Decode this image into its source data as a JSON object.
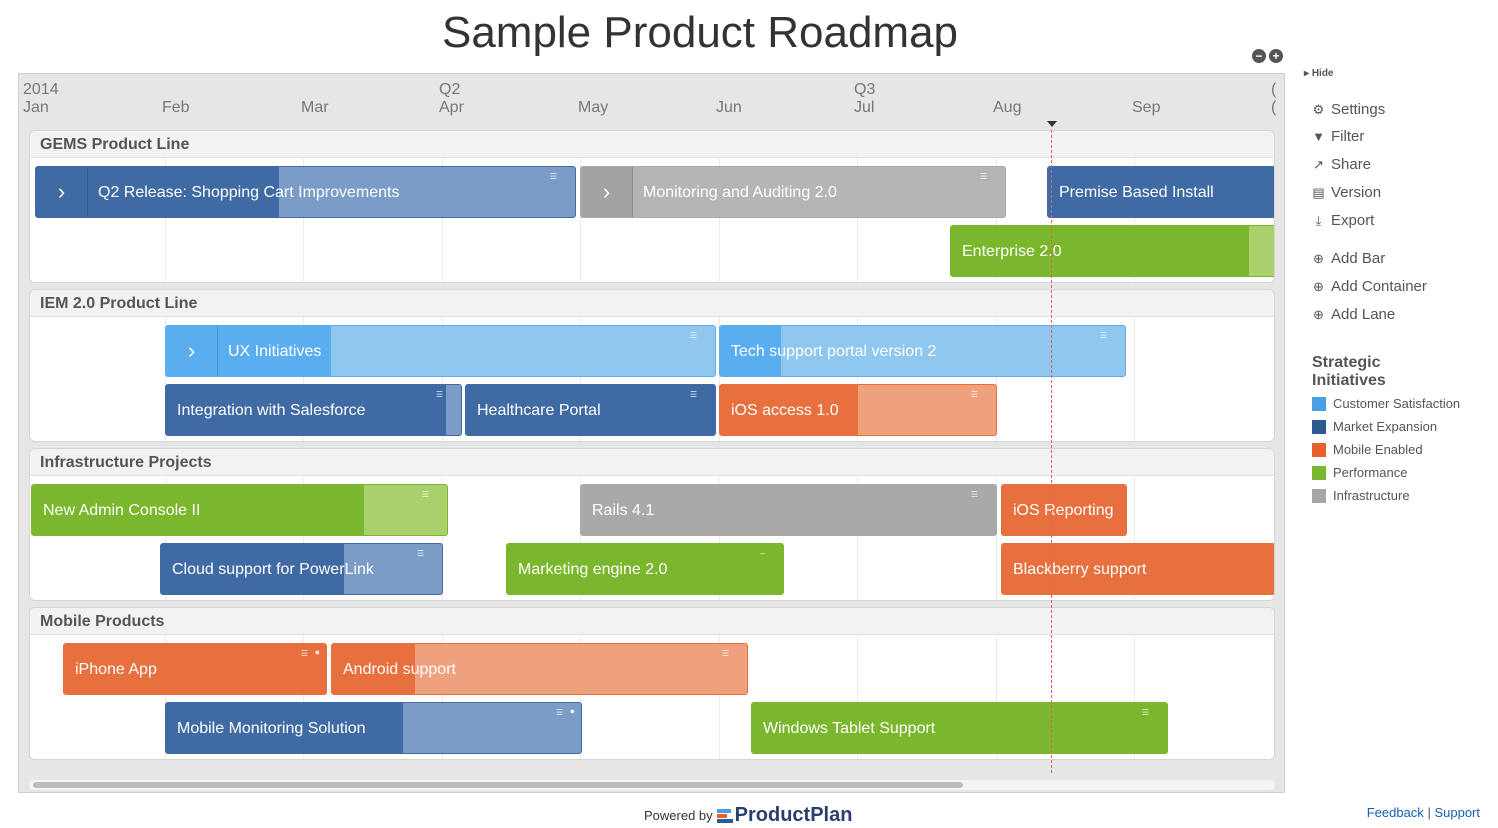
{
  "title": "Sample Product Roadmap",
  "zoom": {
    "out": "−",
    "in": "+"
  },
  "timeline": {
    "year": "2014",
    "quarters": [
      "Q2",
      "Q3"
    ],
    "months": [
      "Jan",
      "Feb",
      "Mar",
      "Apr",
      "May",
      "Jun",
      "Jul",
      "Aug",
      "Sep"
    ],
    "edge_top": "(",
    "edge_bottom": "("
  },
  "containers": [
    {
      "name": "GEMS Product Line",
      "bars": [
        {
          "label": "Q2 Release: Shopping Cart Improvements",
          "initiative": "Market Expansion",
          "progress": 0.45,
          "expander": true
        },
        {
          "label": "Monitoring and Auditing 2.0",
          "initiative": "Infrastructure",
          "progress": 0.12,
          "expander": true
        },
        {
          "label": "Premise Based Install",
          "initiative": "Market Expansion",
          "progress": 1.0
        },
        {
          "label": "Enterprise 2.0",
          "initiative": "Performance",
          "progress": 0.92
        }
      ]
    },
    {
      "name": "IEM 2.0 Product Line",
      "bars": [
        {
          "label": "UX Initiatives",
          "initiative": "Customer Satisfaction",
          "progress": 0.3,
          "expander": true
        },
        {
          "label": "Tech support portal version 2",
          "initiative": "Customer Satisfaction",
          "progress": 0.15
        },
        {
          "label": "Integration with Salesforce",
          "initiative": "Market Expansion",
          "progress": 0.95
        },
        {
          "label": "Healthcare Portal",
          "initiative": "Market Expansion",
          "progress": 1.0
        },
        {
          "label": "iOS access 1.0",
          "initiative": "Mobile Enabled",
          "progress": 0.5
        }
      ]
    },
    {
      "name": "Infrastructure Projects",
      "bars": [
        {
          "label": "New Admin Console II",
          "initiative": "Performance",
          "progress": 0.8
        },
        {
          "label": "Rails 4.1",
          "initiative": "Infrastructure",
          "progress": 1.0
        },
        {
          "label": "iOS Reporting",
          "initiative": "Mobile Enabled",
          "progress": 1.0
        },
        {
          "label": "Cloud support for PowerLink",
          "initiative": "Market Expansion",
          "progress": 0.65
        },
        {
          "label": "Marketing engine 2.0",
          "initiative": "Performance",
          "progress": 1.0
        },
        {
          "label": "Blackberry support",
          "initiative": "Mobile Enabled",
          "progress": 1.0
        }
      ]
    },
    {
      "name": "Mobile Products",
      "bars": [
        {
          "label": "iPhone App",
          "initiative": "Mobile Enabled",
          "progress": 1.0,
          "comment": true
        },
        {
          "label": "Android support",
          "initiative": "Mobile Enabled",
          "progress": 0.2
        },
        {
          "label": "Mobile Monitoring Solution",
          "initiative": "Market Expansion",
          "progress": 0.57,
          "comment": true
        },
        {
          "label": "Windows Tablet Support",
          "initiative": "Performance",
          "progress": 1.0
        }
      ]
    }
  ],
  "sidebar": {
    "hide": "Hide",
    "menu": [
      {
        "label": "Settings",
        "icon": "gear-icon"
      },
      {
        "label": "Filter",
        "icon": "filter-icon"
      },
      {
        "label": "Share",
        "icon": "share-icon"
      },
      {
        "label": "Version",
        "icon": "version-icon"
      },
      {
        "label": "Export",
        "icon": "export-icon"
      }
    ],
    "add": [
      {
        "label": "Add Bar",
        "icon": "plus-circle-icon"
      },
      {
        "label": "Add Container",
        "icon": "plus-circle-icon"
      },
      {
        "label": "Add Lane",
        "icon": "plus-circle-icon"
      }
    ],
    "legend_title": "Strategic Initiatives",
    "legend": [
      {
        "label": "Customer Satisfaction",
        "color": "#4a9fe3"
      },
      {
        "label": "Market Expansion",
        "color": "#2e5a94"
      },
      {
        "label": "Mobile Enabled",
        "color": "#e8612c"
      },
      {
        "label": "Performance",
        "color": "#7ab72c"
      },
      {
        "label": "Infrastructure",
        "color": "#a6a6a6"
      }
    ]
  },
  "footer": {
    "powered_by": "Powered by",
    "brand": "ProductPlan",
    "feedback": "Feedback",
    "separator": "|",
    "support": "Support"
  }
}
